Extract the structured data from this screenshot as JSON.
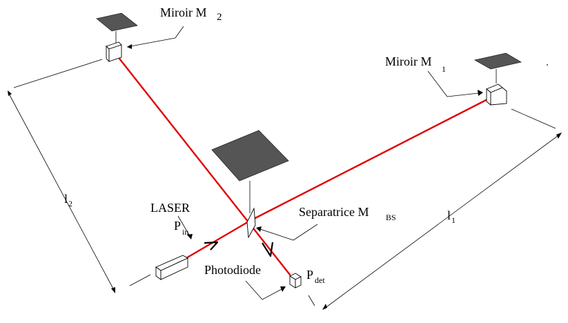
{
  "diagram": {
    "labels": {
      "mirror_m2": {
        "main": "Miroir M",
        "sub": "2"
      },
      "mirror_m1": {
        "main": "Miroir M",
        "sub": "1"
      },
      "splitter": {
        "main": "Separatrice M",
        "sub": "BS"
      },
      "laser": {
        "line1": "LASER",
        "main": "P",
        "sub": "in"
      },
      "photodiode": {
        "label": "Photodiode",
        "main": "P",
        "sub": "det"
      },
      "arm_l1": {
        "main": "l",
        "sub": "1"
      },
      "arm_l2": {
        "main": "l",
        "sub": "2"
      }
    },
    "colors": {
      "beam": "#e00000",
      "plates": "#555555",
      "lines": "#000000"
    }
  }
}
